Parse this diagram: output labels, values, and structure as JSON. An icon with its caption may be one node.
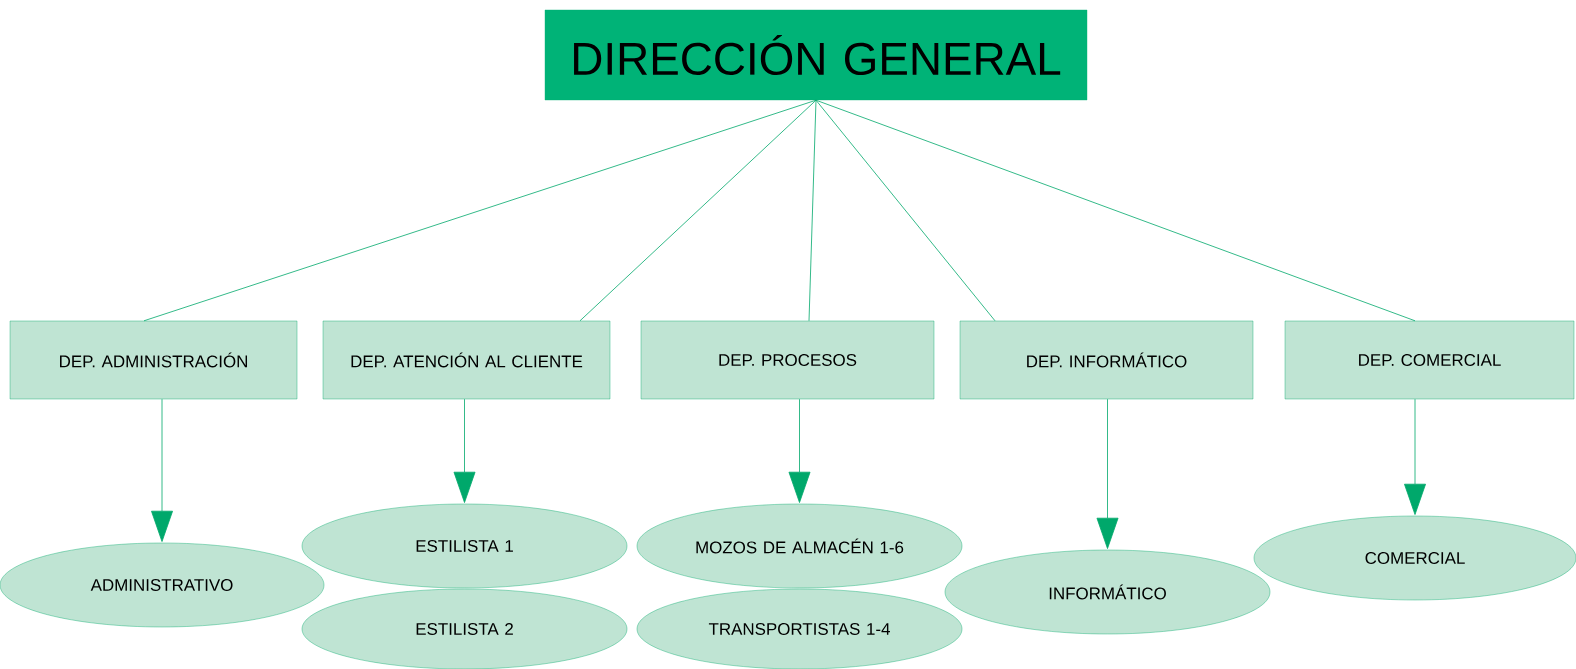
{
  "diagram": {
    "nodes": [
      {
        "text": [
          "DIRECCIÓN GENERAL"
        ]
      },
      {
        "text": [
          "DEP. ADMINISTRACIÓN"
        ]
      },
      {
        "text": [
          "DEP. ATENCIÓN AL CLIENTE"
        ]
      },
      {
        "text": [
          "DEP. PROCESOS"
        ]
      },
      {
        "text": [
          "DEP. INFORMÁTICO"
        ]
      },
      {
        "text": [
          "DEP. COMERCIAL"
        ]
      },
      {
        "text": [
          "ADMINISTRATIVO"
        ]
      },
      {
        "text": [
          "ESTILISTA 1"
        ]
      },
      {
        "text": [
          "ESTILISTA 2"
        ]
      },
      {
        "text": [
          "MOZOS DE ALMACÉN 1-6"
        ]
      },
      {
        "text": [
          "TRANSPORTISTAS 1-4"
        ]
      },
      {
        "text": [
          "INFORMÁTICO"
        ]
      },
      {
        "text": [
          "COMERCIAL"
        ]
      }
    ],
    "edges": [
      {
        "from": 0,
        "to": 1,
        "arrow": "none"
      },
      {
        "from": 0,
        "to": 2,
        "arrow": "none"
      },
      {
        "from": 0,
        "to": 3,
        "arrow": "none"
      },
      {
        "from": 0,
        "to": 4,
        "arrow": "none"
      },
      {
        "from": 0,
        "to": 5,
        "arrow": "none"
      },
      {
        "from": 1,
        "to": 6,
        "arrow": "to"
      },
      {
        "from": 2,
        "to": 7,
        "arrow": "to"
      },
      {
        "from": 3,
        "to": 9,
        "arrow": "to"
      },
      {
        "from": 4,
        "to": 11,
        "arrow": "to"
      },
      {
        "from": 5,
        "to": 12,
        "arrow": "to"
      }
    ]
  }
}
